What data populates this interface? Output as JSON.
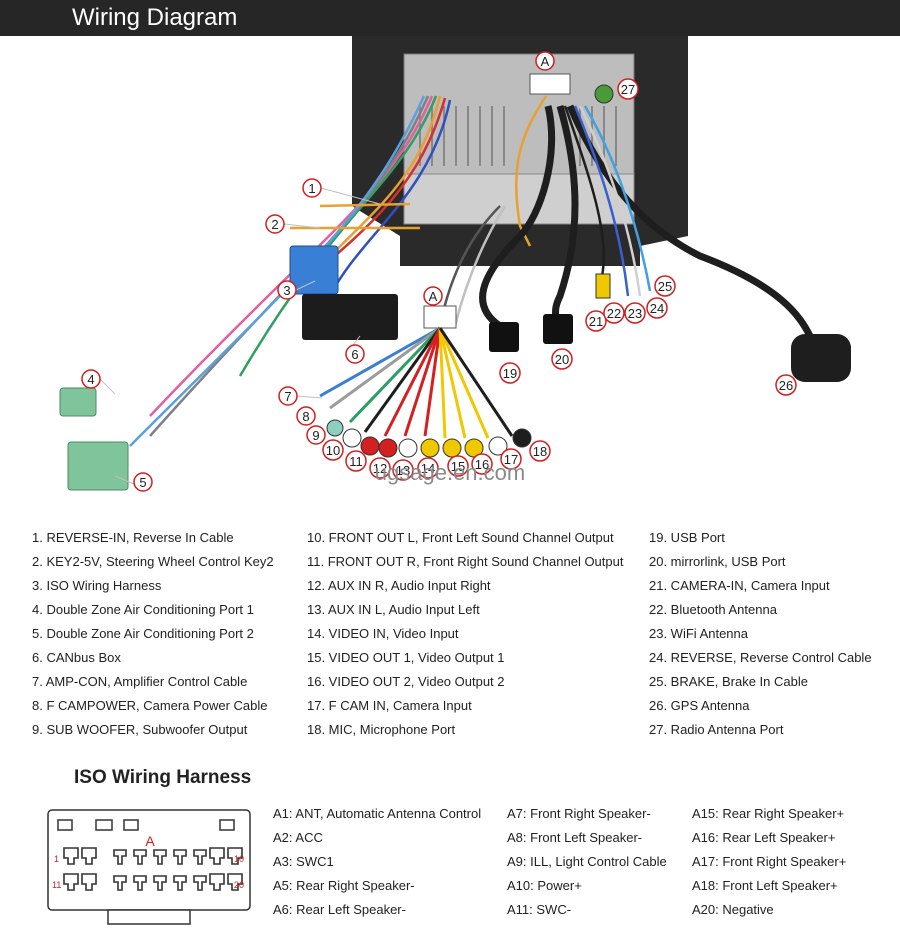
{
  "header": {
    "title": "Wiring Diagram"
  },
  "diagram": {
    "callouts": [
      "1",
      "2",
      "3",
      "4",
      "5",
      "6",
      "7",
      "8",
      "9",
      "10",
      "11",
      "12",
      "13",
      "14",
      "15",
      "16",
      "17",
      "18",
      "19",
      "20",
      "21",
      "22",
      "23",
      "24",
      "25",
      "26",
      "27"
    ],
    "connector_label": "A",
    "watermark": "ugsage.en.com"
  },
  "legend": {
    "col1": [
      "1. REVERSE-IN, Reverse In Cable",
      "2. KEY2-5V, Steering Wheel Control Key2",
      "3. ISO Wiring Harness",
      "4. Double Zone Air Conditioning Port 1",
      "5. Double Zone Air Conditioning Port 2",
      "6. CANbus Box",
      "7. AMP-CON, Amplifier Control Cable",
      "8. F CAMPOWER, Camera Power Cable",
      "9. SUB WOOFER, Subwoofer Output"
    ],
    "col2": [
      "10. FRONT OUT L, Front Left Sound Channel Output",
      "11. FRONT OUT R, Front Right Sound Channel Output",
      "12. AUX IN R, Audio Input Right",
      "13. AUX IN L, Audio Input Left",
      "14. VIDEO IN, Video Input",
      "15. VIDEO OUT 1, Video Output 1",
      "16. VIDEO OUT 2, Video Output 2",
      "17. F CAM IN, Camera Input",
      "18. MIC, Microphone Port"
    ],
    "col3": [
      "19. USB Port",
      "20. mirrorlink, USB Port",
      "21. CAMERA-IN, Camera Input",
      "22. Bluetooth Antenna",
      "23. WiFi Antenna",
      "24. REVERSE, Reverse Control Cable",
      "25. BRAKE, Brake In Cable",
      "26. GPS Antenna",
      "27. Radio Antenna Port"
    ]
  },
  "iso": {
    "title": "ISO Wiring Harness",
    "connector_label": "A",
    "pin_numbers": {
      "top_left": "1",
      "top_right": "10",
      "bottom_left": "11",
      "bottom_right": "20"
    },
    "pins_col1": [
      "A1: ANT, Automatic Antenna Control",
      "A2: ACC",
      "A3: SWC1",
      "A5: Rear Right Speaker-",
      "A6: Rear Left Speaker-"
    ],
    "pins_col2": [
      "A7: Front Right Speaker-",
      "A8: Front Left Speaker-",
      "A9: ILL, Light Control Cable",
      "A10: Power+",
      "A11: SWC-"
    ],
    "pins_col3": [
      "A15: Rear Right Speaker+",
      "A16: Rear Left Speaker+",
      "A17: Front Right Speaker+",
      "A18: Front Left Speaker+",
      "A20: Negative"
    ]
  },
  "colors": {
    "header_bg": "#262626",
    "callout_red": "#d21e1e",
    "rca_red": "#d42020",
    "rca_yellow": "#f0c800",
    "connector_green": "#7fc49a",
    "iso_blue": "#3a7fd6"
  }
}
